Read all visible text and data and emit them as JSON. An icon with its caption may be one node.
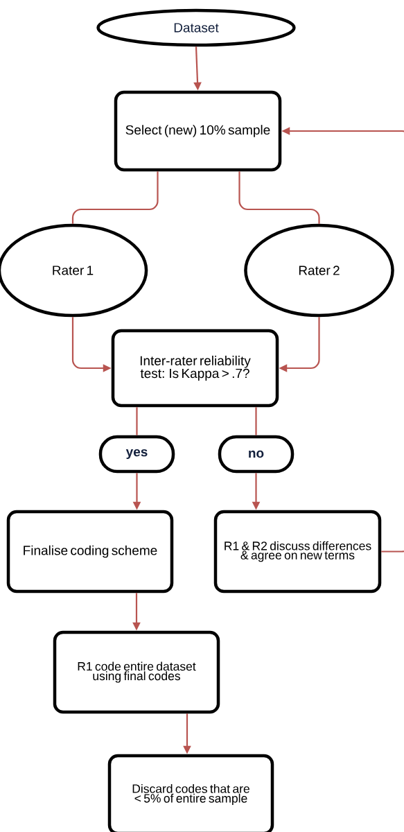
{
  "diagram": {
    "nodes": [
      {
        "text": [
          "Dataset"
        ]
      },
      {
        "text": [
          "Select (new) 10% sample"
        ]
      },
      {
        "text": [
          "Rater 1"
        ]
      },
      {
        "text": [
          "Rater 2"
        ]
      },
      {
        "text": [
          "Inter-rater reliability test: Is Kappa > .7?"
        ]
      },
      {
        "text": [
          "yes"
        ]
      },
      {
        "text": [
          "no"
        ]
      },
      {
        "text": [
          "Finalise coding scheme"
        ]
      },
      {
        "text": [
          "R1 & R2 discuss differences & agree on new terms"
        ]
      },
      {
        "text": [
          "R1 code entire dataset using final codes"
        ]
      },
      {
        "text": [
          "Discard codes that are < 5% of entire sample"
        ]
      }
    ],
    "edges": [
      {
        "from": 0,
        "to": 1,
        "arrow": "to"
      },
      {
        "from": 1,
        "to": 2,
        "arrow": "none"
      },
      {
        "from": 1,
        "to": 3,
        "arrow": "none"
      },
      {
        "from": 2,
        "to": 4,
        "arrow": "to"
      },
      {
        "from": 3,
        "to": 4,
        "arrow": "to"
      },
      {
        "from": 4,
        "to": 5,
        "arrow": "none"
      },
      {
        "from": 4,
        "to": 6,
        "arrow": "none"
      },
      {
        "from": 5,
        "to": 7,
        "arrow": "to"
      },
      {
        "from": 6,
        "to": 8,
        "arrow": "to"
      },
      {
        "from": 8,
        "to": 1,
        "arrow": "to"
      },
      {
        "from": 7,
        "to": 9,
        "arrow": "to"
      },
      {
        "from": 9,
        "to": 10,
        "arrow": "to"
      }
    ]
  }
}
